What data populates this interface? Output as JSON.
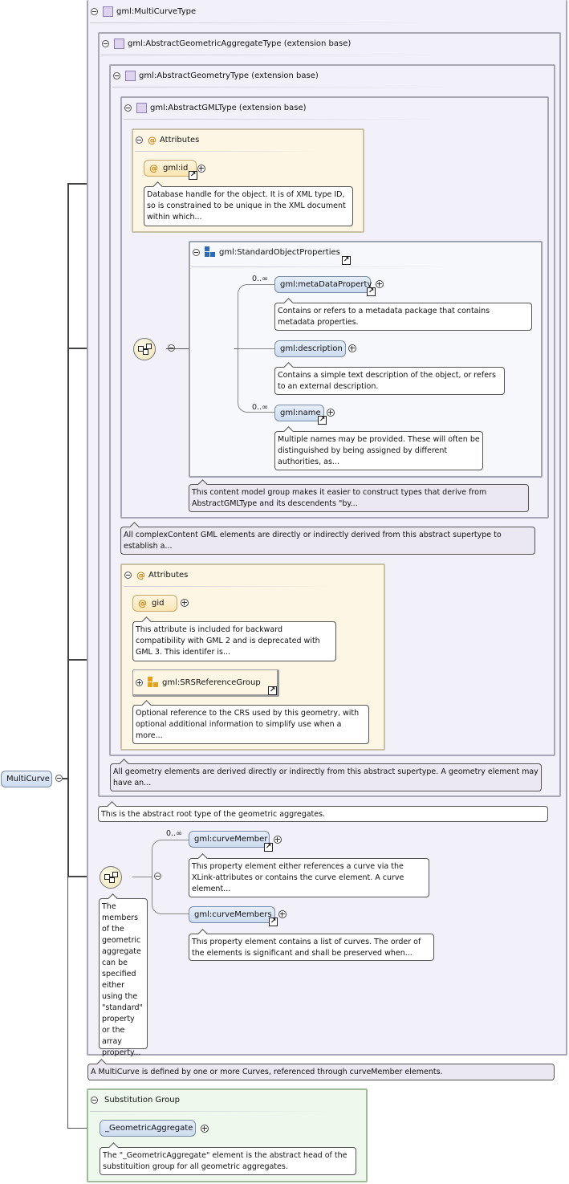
{
  "root": {
    "label": "MultiCurve"
  },
  "types": {
    "multicurve": "gml:MultiCurveType",
    "aggregate": "gml:AbstractGeometricAggregateType (extension base)",
    "geometry": "gml:AbstractGeometryType (extension base)",
    "gml": "gml:AbstractGMLType (extension base)"
  },
  "attributes_gml": {
    "header": "Attributes",
    "id_label": "gml:id",
    "id_doc": "Database handle for the object. It is of XML type ID, so is constrained to be unique in the XML document within which..."
  },
  "standard_props": {
    "header": "gml:StandardObjectProperties",
    "elements": [
      {
        "label": "gml:metaDataProperty",
        "cardinality": "0..∞",
        "doc": "Contains or refers to a metadata package that contains metadata properties."
      },
      {
        "label": "gml:description",
        "cardinality": "",
        "doc": "Contains a simple text description of the object, or refers to an external description."
      },
      {
        "label": "gml:name",
        "cardinality": "0..∞",
        "doc": "Multiple names may be provided. These will often be distinguished by being assigned by different authorities, as..."
      }
    ],
    "doc": "This content model group makes it easier to construct types that derive from AbstractGMLType and its descendents \"by..."
  },
  "gml_type_doc": "All complexContent GML elements are directly or indirectly derived from this abstract supertype to establish a...",
  "attributes_geom": {
    "header": "Attributes",
    "gid_label": "gid",
    "gid_doc": "This attribute is included for backward compatibility with GML 2 and is deprecated with GML 3. This identifer is...",
    "srs_label": "gml:SRSReferenceGroup",
    "srs_doc": "Optional reference to the CRS used by this geometry, with optional additional information to simplify use when a more..."
  },
  "geometry_doc": "All geometry elements are derived directly or indirectly from this abstract supertype. A geometry element may have an...",
  "aggregate_doc": "This is the abstract root type of the geometric aggregates.",
  "members": {
    "sequence_doc": "The members of the geometric aggregate can be specified either using the \"standard\" property or the array property...",
    "elements": [
      {
        "label": "gml:curveMember",
        "cardinality": "0..∞",
        "doc": "This property element either references a curve via the XLink-attributes or contains the curve element. A curve element..."
      },
      {
        "label": "gml:curveMembers",
        "cardinality": "",
        "doc": "This property element contains a list of curves. The order of the elements is significant and shall be preserved when..."
      }
    ]
  },
  "multicurve_doc": "A MultiCurve is defined by one or more Curves, referenced through curveMember elements.",
  "substitution": {
    "header": "Substitution Group",
    "label": "_GeometricAggregate",
    "doc": "The \"_GeometricAggregate\" element is the abstract head of the substituition group for all geometric aggregates."
  },
  "colors": {
    "type_bg": "#f2f0f8",
    "attr_bg": "#fdf6e4",
    "element_bg": "#d9e5f5",
    "substitution_bg": "#eef8ec"
  }
}
